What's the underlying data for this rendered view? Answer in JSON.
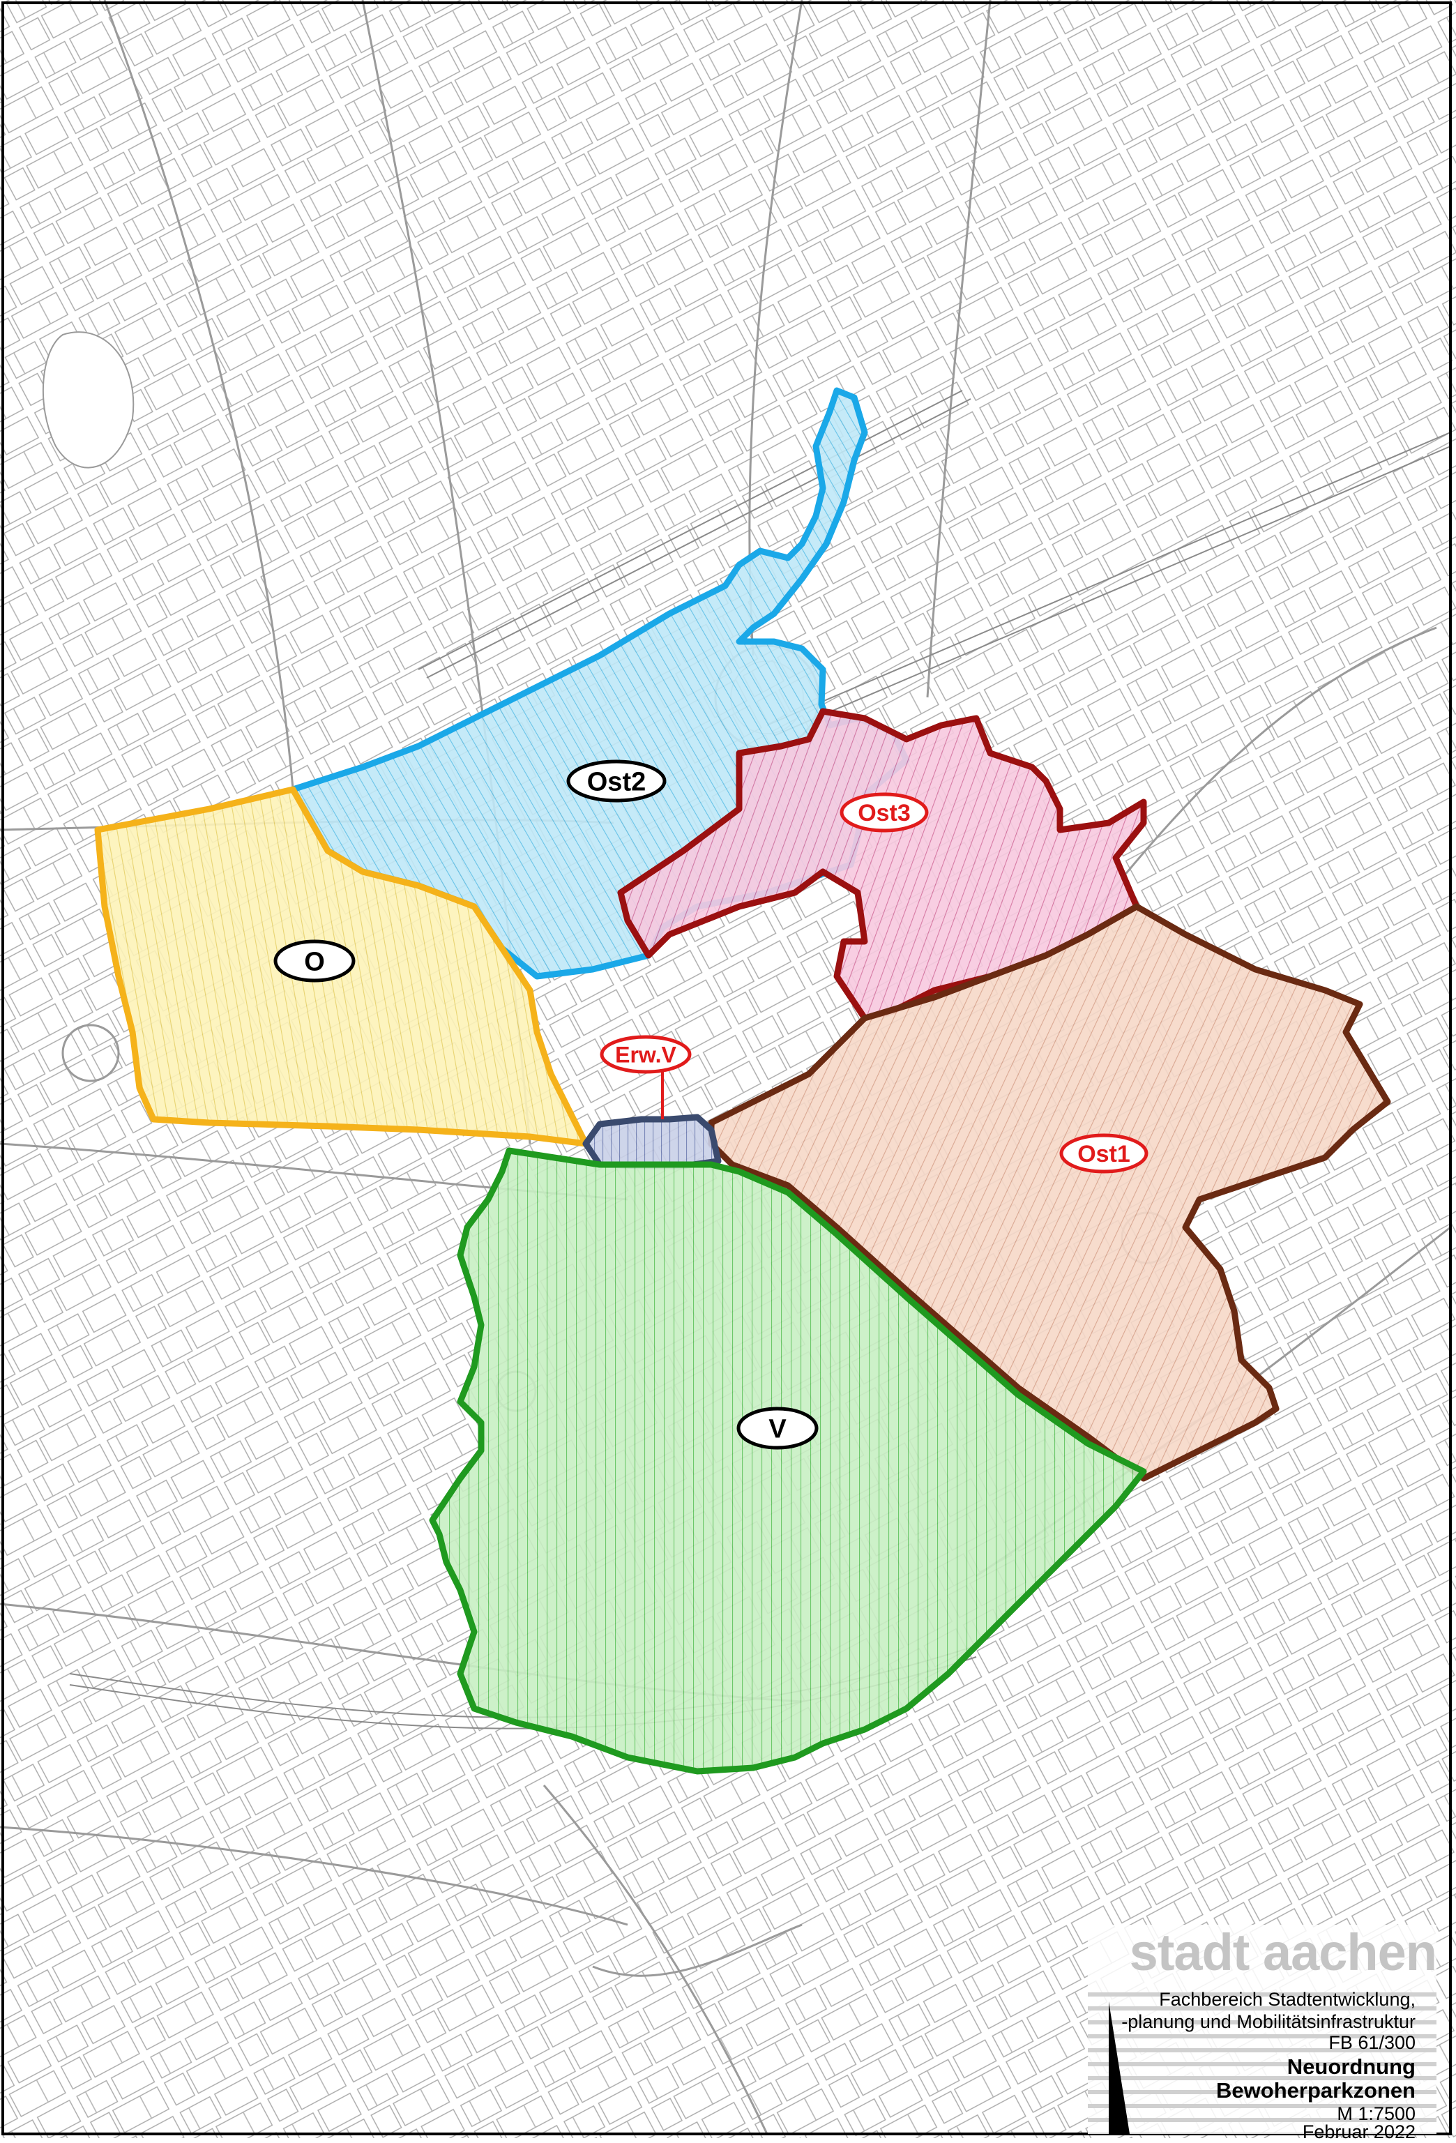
{
  "zones": [
    {
      "id": "ost2",
      "label": "Ost2",
      "border": "#1aa8e8",
      "fill": "#bfe8f7",
      "hatch": "#58bde6",
      "text_color": "#000000",
      "pill_border": "#000000"
    },
    {
      "id": "o",
      "label": "O",
      "border": "#f5b21a",
      "fill": "#fdf3b8",
      "hatch": "#e6cf62",
      "text_color": "#000000",
      "pill_border": "#000000"
    },
    {
      "id": "ost3",
      "label": "Ost3",
      "border": "#9b1010",
      "fill": "#f7c9df",
      "hatch": "#d36b9a",
      "text_color": "#e11b1b",
      "pill_border": "#e11b1b"
    },
    {
      "id": "ost1",
      "label": "Ost1",
      "border": "#6a2a12",
      "fill": "#f6d8c8",
      "hatch": "#d69e86",
      "text_color": "#e11b1b",
      "pill_border": "#e11b1b"
    },
    {
      "id": "erwv",
      "label": "Erw.V",
      "border": "#3a4a6e",
      "fill": "#c9d0e8",
      "hatch": "#6c7bb0",
      "text_color": "#e11b1b",
      "pill_border": "#e11b1b"
    },
    {
      "id": "v",
      "label": "V",
      "border": "#1f9a1f",
      "fill": "#c8efc3",
      "hatch": "#5cc25a",
      "text_color": "#000000",
      "pill_border": "#000000"
    }
  ],
  "title_block": {
    "logo": "stadt aachen",
    "department_line1": "Fachbereich Stadtentwicklung,",
    "department_line2": "-planung und Mobilitätsinfrastruktur",
    "department_code": "FB 61/300",
    "title_line1": "Neuordnung",
    "title_line2": "Bewoherparkzonen",
    "scale": "M 1:7500",
    "date": "Februar 2022"
  }
}
